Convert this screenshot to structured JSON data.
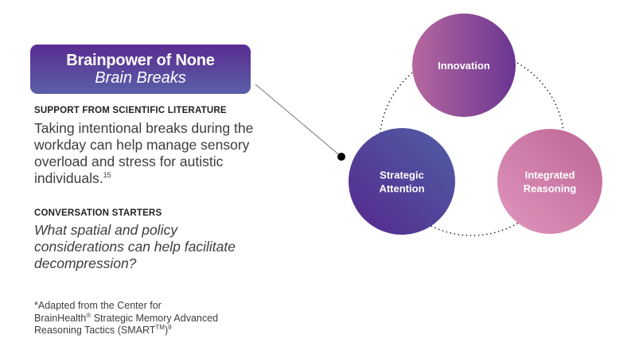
{
  "title_box": {
    "title": "Brainpower of None",
    "subtitle": "Brain Breaks"
  },
  "support_section": {
    "heading": "SUPPORT FROM SCIENTIFIC LITERATURE",
    "text": "Taking intentional breaks during the workday can help manage sensory overload and stress for autistic individuals.",
    "citation": "15"
  },
  "conversation_section": {
    "heading": "CONVERSATION STARTERS",
    "text": "What spatial and policy considerations can help facilitate decompression?"
  },
  "footnote": {
    "line1": "*Adapted from the Center for",
    "line2_a": "BrainHealth",
    "line2_reg": "®",
    "line2_b": " Strategic Memory Advanced",
    "line3_a": "Reasoning Tactics (SMART",
    "line3_tm": "TM",
    "line3_b": ")",
    "citation": "9"
  },
  "diagram": {
    "nodes": [
      {
        "id": "innovation",
        "lines": [
          "Innovation"
        ],
        "gradient": [
          "#b5689f",
          "#6a3591"
        ]
      },
      {
        "id": "strategic-attention",
        "lines": [
          "Strategic",
          "Attention"
        ],
        "gradient": [
          "#56288e",
          "#4f5fa5"
        ]
      },
      {
        "id": "integrated-reasoning",
        "lines": [
          "Integrated",
          "Reasoning"
        ],
        "gradient": [
          "#e096bd",
          "#bd6594"
        ]
      }
    ],
    "highlighted_node": "strategic-attention"
  }
}
